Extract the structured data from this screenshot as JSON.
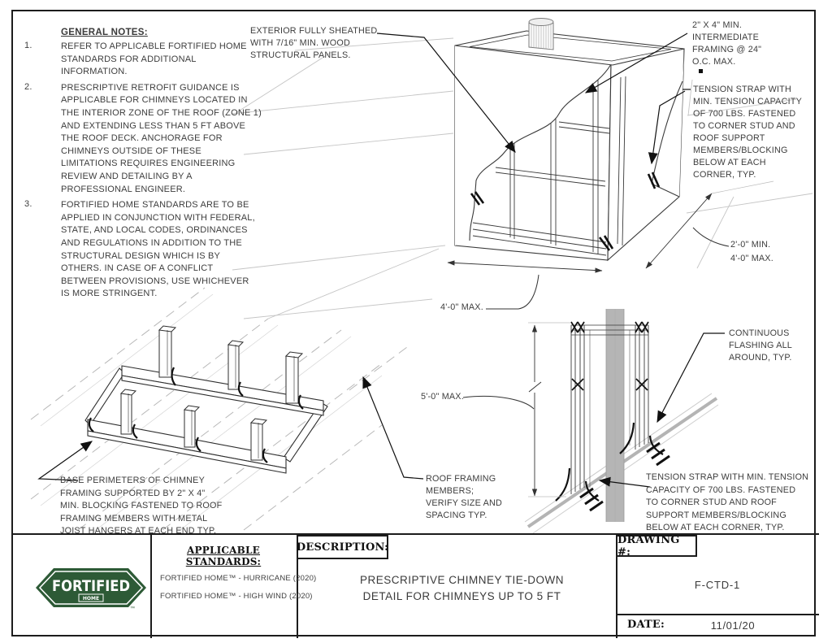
{
  "sheet": {
    "notes": {
      "heading": "GENERAL NOTES:",
      "items": [
        {
          "num": "1.",
          "lines": [
            "REFER TO APPLICABLE FORTIFIED HOME",
            "STANDARDS FOR ADDITIONAL",
            "INFORMATION."
          ]
        },
        {
          "num": "2.",
          "lines": [
            "PRESCRIPTIVE RETROFIT GUIDANCE IS",
            "APPLICABLE FOR CHIMNEYS LOCATED IN",
            "THE INTERIOR ZONE OF THE ROOF (ZONE 1)",
            "AND EXTENDING LESS THAN 5 FT ABOVE",
            "THE ROOF DECK. ANCHORAGE FOR",
            "CHIMNEYS OUTSIDE OF THESE",
            "LIMITATIONS REQUIRES ENGINEERING",
            "REVIEW AND DETAILING BY A",
            "PROFESSIONAL ENGINEER."
          ]
        },
        {
          "num": "3.",
          "lines": [
            "FORTIFIED HOME STANDARDS ARE TO BE",
            "APPLIED IN CONJUNCTION WITH FEDERAL,",
            "STATE, AND LOCAL CODES, ORDINANCES",
            "AND REGULATIONS IN ADDITION TO THE",
            "STRUCTURAL DESIGN WHICH IS BY",
            "OTHERS. IN CASE OF A CONFLICT",
            "BETWEEN PROVISIONS, USE WHICHEVER",
            "IS MORE STRINGENT."
          ]
        }
      ]
    },
    "annotations": {
      "sheathing": [
        "EXTERIOR FULLY SHEATHED",
        "WITH 7/16\" MIN. WOOD",
        "STRUCTURAL PANELS."
      ],
      "intermediate_framing": [
        "2\" X 4\" MIN.",
        "INTERMEDIATE",
        "FRAMING @ 24\"",
        "O.C. MAX."
      ],
      "tension_strap_top": [
        "TENSION STRAP WITH",
        "MIN. TENSION CAPACITY",
        "OF 700 LBS. FASTENED",
        "TO CORNER STUD AND",
        "ROOF SUPPORT",
        "MEMBERS/BLOCKING",
        "BELOW AT EACH",
        "CORNER, TYP."
      ],
      "dim_base_side": [
        "2'-0\" MIN.",
        "4'-0\" MAX."
      ],
      "dim_base_front": "4'-0\" MAX.",
      "flashing": [
        "CONTINUOUS",
        "FLASHING ALL",
        "AROUND, TYP."
      ],
      "dim_height": "5'-0\" MAX.",
      "roof_framing": [
        "ROOF FRAMING",
        "MEMBERS;",
        "VERIFY SIZE AND",
        "SPACING TYP."
      ],
      "tension_strap_bottom": [
        "TENSION STRAP WITH MIN. TENSION",
        "CAPACITY OF 700 LBS. FASTENED",
        "TO CORNER STUD AND ROOF",
        "SUPPORT MEMBERS/BLOCKING",
        "BELOW AT EACH CORNER, TYP."
      ],
      "base_perimeters": [
        "BASE PERIMETERS OF CHIMNEY",
        "FRAMING SUPPORTED BY 2\" X 4\"",
        "MIN. BLOCKING FASTENED TO ROOF",
        "FRAMING MEMBERS WITH METAL",
        "JOIST HANGERS AT EACH END TYP."
      ]
    },
    "title_block": {
      "logo": {
        "name": "FORTIFIED",
        "sub": "HOME",
        "tm": "™"
      },
      "standards": {
        "heading": "APPLICABLE STANDARDS:",
        "items": [
          "FORTIFIED HOME™ - HURRICANE (2020)",
          "FORTIFIED HOME™ - HIGH WIND (2020)"
        ]
      },
      "description": {
        "label": "DESCRIPTION:",
        "lines": [
          "PRESCRIPTIVE CHIMNEY TIE-DOWN",
          "DETAIL FOR CHIMNEYS UP TO 5 FT"
        ]
      },
      "drawing_number": {
        "label": "DRAWING #:",
        "value": "F-CTD-1"
      },
      "date": {
        "label": "DATE:",
        "value": "11/01/20"
      }
    },
    "colors": {
      "logo_green": "#2d5a36",
      "line_dark": "#3a3a3a",
      "line_faint": "#c5c5c5",
      "flue_gray": "#b5b5b5"
    }
  }
}
